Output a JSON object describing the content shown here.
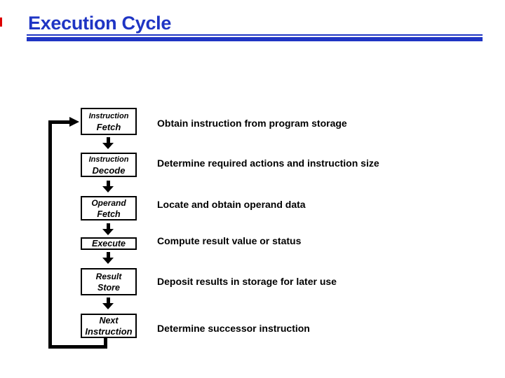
{
  "slide": {
    "title": "Execution Cycle",
    "accent_blue": "#1f35c4",
    "bullet_red": "#dd0000"
  },
  "steps": [
    {
      "box_line1": "Instruction",
      "box_line2": "Fetch",
      "description": "Obtain instruction from program storage"
    },
    {
      "box_line1": "Instruction",
      "box_line2": "Decode",
      "description": "Determine required actions and instruction size"
    },
    {
      "box_line1": "Operand",
      "box_line2": "Fetch",
      "description": "Locate and obtain operand data"
    },
    {
      "box_line1": "Execute",
      "description": "Compute result value or status"
    },
    {
      "box_line1": "Result",
      "box_line2": "Store",
      "description": "Deposit results in storage for later use"
    },
    {
      "box_line1": "Next",
      "box_line2": "Instruction",
      "description": "Determine successor instruction"
    }
  ]
}
